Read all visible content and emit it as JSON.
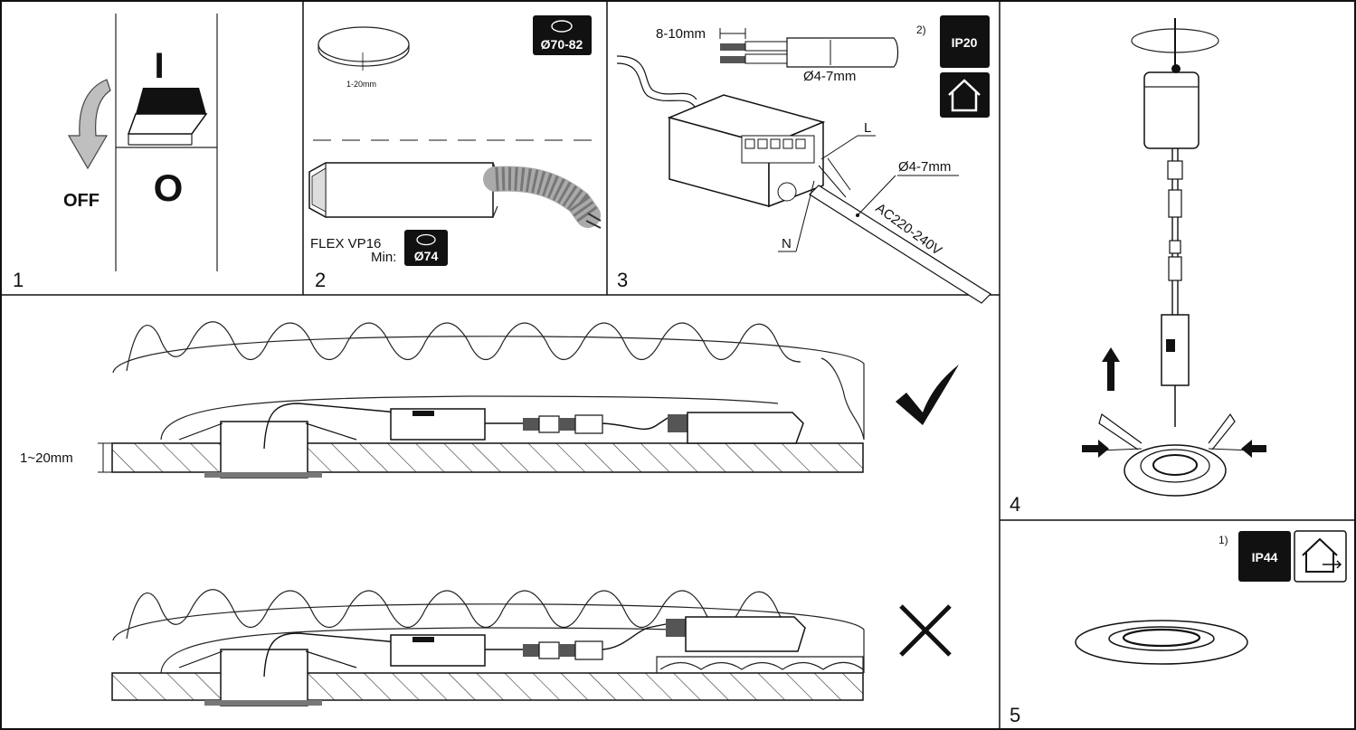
{
  "panels": {
    "p1": {
      "number": "1",
      "label_on": "I",
      "label_off_symbol": "O",
      "label_off": "OFF"
    },
    "p2": {
      "number": "2",
      "depth": "1-20mm",
      "cutout": "Ø70-82",
      "model": "FLEX VP16",
      "min_label": "Min:",
      "min_cutout": "Ø74"
    },
    "p3": {
      "number": "3",
      "strip": "8-10mm",
      "cable_dia_top": "Ø4-7mm",
      "note": "2)",
      "ip": "IP20",
      "L": "L",
      "N": "N",
      "cable_dia": "Ø4-7mm",
      "voltage": "AC220-240V"
    },
    "p4": {
      "number": "4"
    },
    "p5": {
      "number": "5",
      "note": "1)",
      "ip": "IP44"
    },
    "center": {
      "thickness": "1~20mm"
    }
  },
  "icons": [
    "arrow-down-icon",
    "cutout-icon",
    "indoor-house-icon",
    "outdoor-house-icon",
    "check-icon",
    "cross-icon",
    "arrow-up-icon"
  ],
  "colors": {
    "frame": "#111111",
    "badge": "#111111",
    "arrow_fill": "#bfbfbf"
  }
}
